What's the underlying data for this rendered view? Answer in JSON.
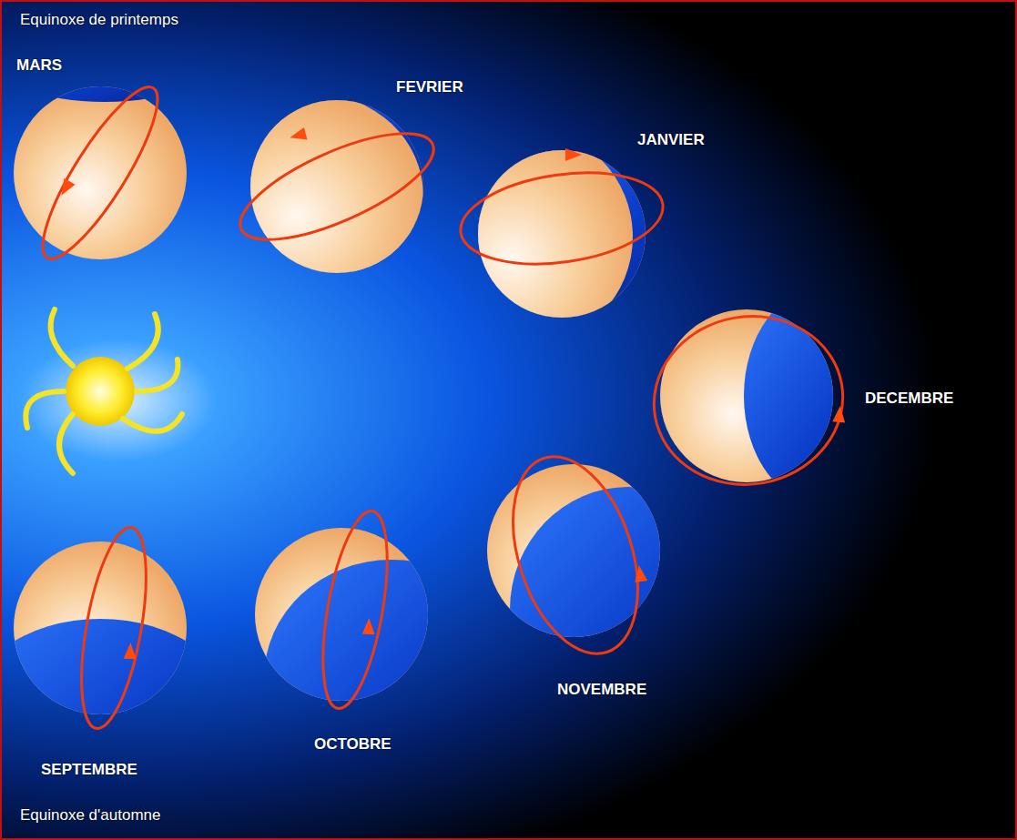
{
  "diagram": {
    "labels": [
      "Equinoxe de printemps",
      "MARS",
      "FEVRIER",
      "JANVIER",
      "DECEMBRE",
      "NOVEMBRE",
      "OCTOBRE",
      "SEPTEMBRE",
      "Equinoxe d'automne"
    ]
  }
}
